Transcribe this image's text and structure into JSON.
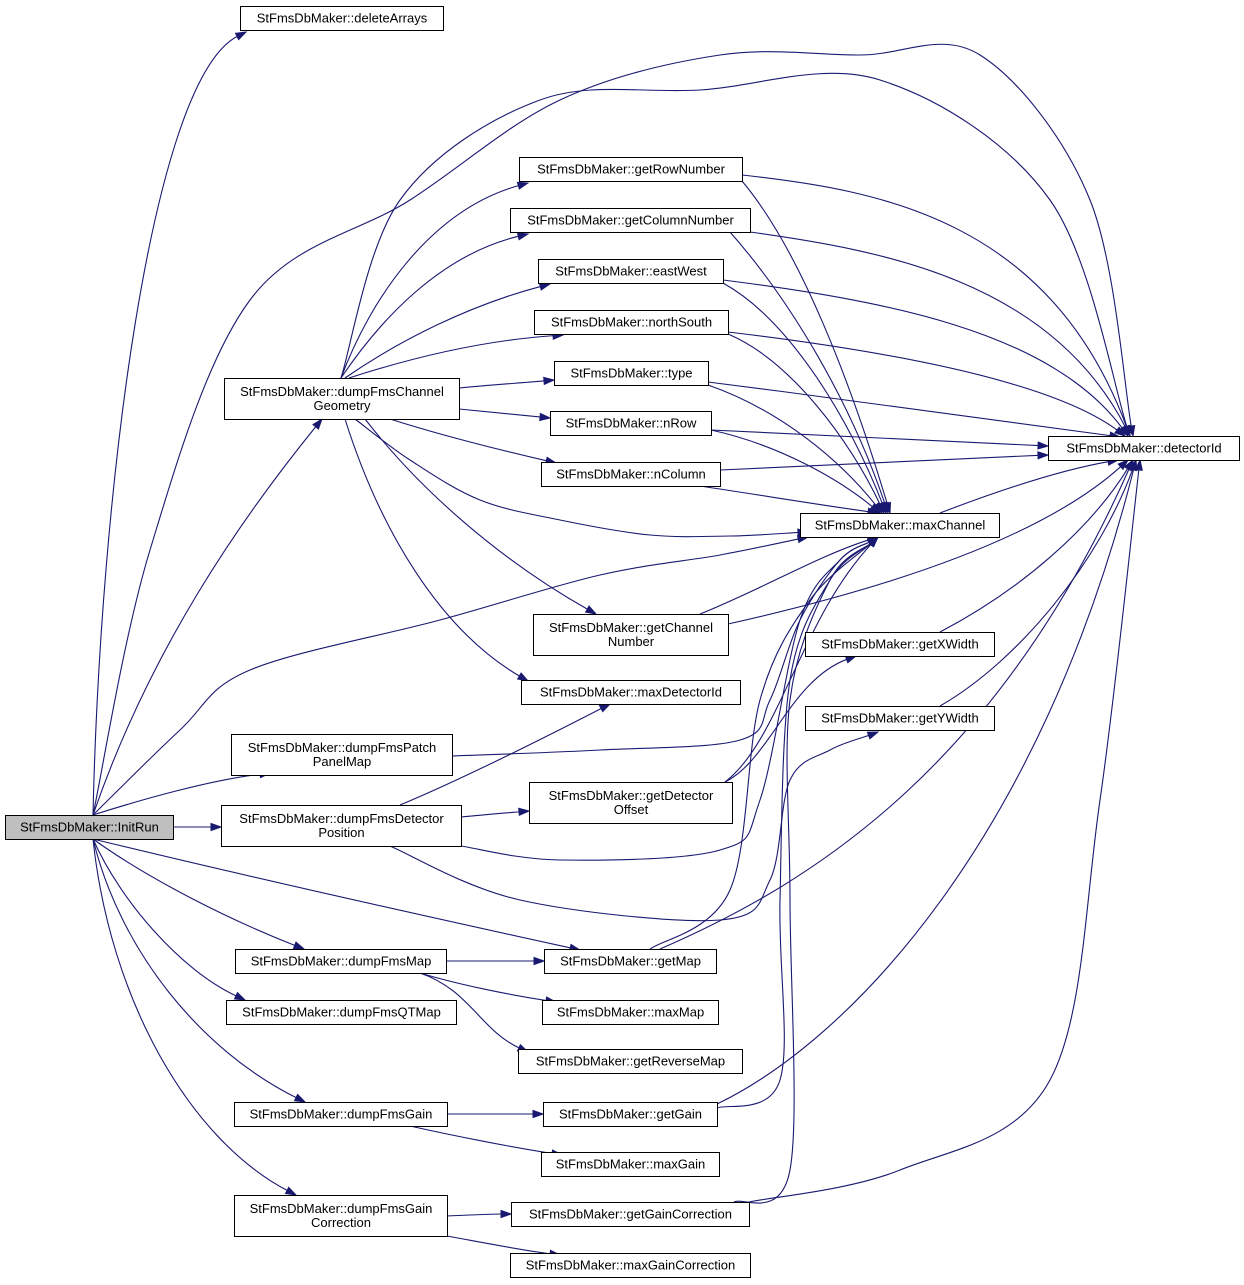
{
  "diagram": {
    "edge_color": "#191970",
    "root_fill": "#bfbfbf",
    "node_fill": "#ffffff",
    "nodes": [
      {
        "id": "initrun",
        "lines": [
          "StFmsDbMaker::InitRun"
        ],
        "root": true
      },
      {
        "id": "deletearrays",
        "lines": [
          "StFmsDbMaker::deleteArrays"
        ]
      },
      {
        "id": "dumpchgeom",
        "lines": [
          "StFmsDbMaker::dumpFmsChannel",
          "Geometry"
        ]
      },
      {
        "id": "getrownumber",
        "lines": [
          "StFmsDbMaker::getRowNumber"
        ]
      },
      {
        "id": "getcolumnnumber",
        "lines": [
          "StFmsDbMaker::getColumnNumber"
        ]
      },
      {
        "id": "eastwest",
        "lines": [
          "StFmsDbMaker::eastWest"
        ]
      },
      {
        "id": "northsouth",
        "lines": [
          "StFmsDbMaker::northSouth"
        ]
      },
      {
        "id": "type",
        "lines": [
          "StFmsDbMaker::type"
        ]
      },
      {
        "id": "nrow",
        "lines": [
          "StFmsDbMaker::nRow"
        ]
      },
      {
        "id": "ncolumn",
        "lines": [
          "StFmsDbMaker::nColumn"
        ]
      },
      {
        "id": "detectorid",
        "lines": [
          "StFmsDbMaker::detectorId"
        ]
      },
      {
        "id": "maxchannel",
        "lines": [
          "StFmsDbMaker::maxChannel"
        ]
      },
      {
        "id": "getchannelnumber",
        "lines": [
          "StFmsDbMaker::getChannel",
          "Number"
        ]
      },
      {
        "id": "getxwidth",
        "lines": [
          "StFmsDbMaker::getXWidth"
        ]
      },
      {
        "id": "maxdetectorid",
        "lines": [
          "StFmsDbMaker::maxDetectorId"
        ]
      },
      {
        "id": "getywidth",
        "lines": [
          "StFmsDbMaker::getYWidth"
        ]
      },
      {
        "id": "dumppatch",
        "lines": [
          "StFmsDbMaker::dumpFmsPatch",
          "PanelMap"
        ]
      },
      {
        "id": "dumpdetpos",
        "lines": [
          "StFmsDbMaker::dumpFmsDetector",
          "Position"
        ]
      },
      {
        "id": "getdetoffset",
        "lines": [
          "StFmsDbMaker::getDetector",
          "Offset"
        ]
      },
      {
        "id": "dumpfmsmap",
        "lines": [
          "StFmsDbMaker::dumpFmsMap"
        ]
      },
      {
        "id": "getmap",
        "lines": [
          "StFmsDbMaker::getMap"
        ]
      },
      {
        "id": "dumpqtmap",
        "lines": [
          "StFmsDbMaker::dumpFmsQTMap"
        ]
      },
      {
        "id": "maxmap",
        "lines": [
          "StFmsDbMaker::maxMap"
        ]
      },
      {
        "id": "getreversemap",
        "lines": [
          "StFmsDbMaker::getReverseMap"
        ]
      },
      {
        "id": "dumpgain",
        "lines": [
          "StFmsDbMaker::dumpFmsGain"
        ]
      },
      {
        "id": "getgain",
        "lines": [
          "StFmsDbMaker::getGain"
        ]
      },
      {
        "id": "maxgain",
        "lines": [
          "StFmsDbMaker::maxGain"
        ]
      },
      {
        "id": "dumpgaincorr",
        "lines": [
          "StFmsDbMaker::dumpFmsGain",
          "Correction"
        ]
      },
      {
        "id": "getgaincorr",
        "lines": [
          "StFmsDbMaker::getGainCorrection"
        ]
      },
      {
        "id": "maxgaincorr",
        "lines": [
          "StFmsDbMaker::maxGainCorrection"
        ]
      }
    ],
    "edges": [
      {
        "from": "initrun",
        "to": "deletearrays"
      },
      {
        "from": "initrun",
        "to": "detectorid"
      },
      {
        "from": "initrun",
        "to": "dumpchgeom"
      },
      {
        "from": "initrun",
        "to": "maxchannel"
      },
      {
        "from": "initrun",
        "to": "dumppatch"
      },
      {
        "from": "initrun",
        "to": "dumpdetpos"
      },
      {
        "from": "initrun",
        "to": "getmap"
      },
      {
        "from": "initrun",
        "to": "dumpfmsmap"
      },
      {
        "from": "initrun",
        "to": "dumpqtmap"
      },
      {
        "from": "initrun",
        "to": "dumpgain"
      },
      {
        "from": "initrun",
        "to": "dumpgaincorr"
      },
      {
        "from": "dumpchgeom",
        "to": "getrownumber"
      },
      {
        "from": "dumpchgeom",
        "to": "getcolumnnumber"
      },
      {
        "from": "dumpchgeom",
        "to": "eastwest"
      },
      {
        "from": "dumpchgeom",
        "to": "northsouth"
      },
      {
        "from": "dumpchgeom",
        "to": "type"
      },
      {
        "from": "dumpchgeom",
        "to": "nrow"
      },
      {
        "from": "dumpchgeom",
        "to": "ncolumn"
      },
      {
        "from": "dumpchgeom",
        "to": "detectorid"
      },
      {
        "from": "dumpchgeom",
        "to": "maxchannel"
      },
      {
        "from": "dumpchgeom",
        "to": "getchannelnumber"
      },
      {
        "from": "dumpchgeom",
        "to": "maxdetectorid"
      },
      {
        "from": "getrownumber",
        "to": "detectorid"
      },
      {
        "from": "getrownumber",
        "to": "maxchannel"
      },
      {
        "from": "getcolumnnumber",
        "to": "detectorid"
      },
      {
        "from": "getcolumnnumber",
        "to": "maxchannel"
      },
      {
        "from": "eastwest",
        "to": "detectorid"
      },
      {
        "from": "eastwest",
        "to": "maxchannel"
      },
      {
        "from": "northsouth",
        "to": "detectorid"
      },
      {
        "from": "northsouth",
        "to": "maxchannel"
      },
      {
        "from": "type",
        "to": "detectorid"
      },
      {
        "from": "type",
        "to": "maxchannel"
      },
      {
        "from": "nrow",
        "to": "detectorid"
      },
      {
        "from": "nrow",
        "to": "maxchannel"
      },
      {
        "from": "ncolumn",
        "to": "detectorid"
      },
      {
        "from": "ncolumn",
        "to": "maxchannel"
      },
      {
        "from": "maxchannel",
        "to": "detectorid"
      },
      {
        "from": "getchannelnumber",
        "to": "maxchannel"
      },
      {
        "from": "getchannelnumber",
        "to": "detectorid"
      },
      {
        "from": "getxwidth",
        "to": "detectorid"
      },
      {
        "from": "getywidth",
        "to": "detectorid"
      },
      {
        "from": "dumppatch",
        "to": "maxchannel"
      },
      {
        "from": "dumpdetpos",
        "to": "maxdetectorid"
      },
      {
        "from": "dumpdetpos",
        "to": "getdetoffset"
      },
      {
        "from": "dumpdetpos",
        "to": "maxchannel"
      },
      {
        "from": "dumpdetpos",
        "to": "getywidth"
      },
      {
        "from": "getdetoffset",
        "to": "maxchannel"
      },
      {
        "from": "getdetoffset",
        "to": "getxwidth"
      },
      {
        "from": "dumpfmsmap",
        "to": "getmap"
      },
      {
        "from": "dumpfmsmap",
        "to": "maxmap"
      },
      {
        "from": "dumpfmsmap",
        "to": "getreversemap"
      },
      {
        "from": "getmap",
        "to": "maxchannel"
      },
      {
        "from": "getmap",
        "to": "detectorid"
      },
      {
        "from": "dumpgain",
        "to": "getgain"
      },
      {
        "from": "dumpgain",
        "to": "maxgain"
      },
      {
        "from": "getgain",
        "to": "maxchannel"
      },
      {
        "from": "getgain",
        "to": "detectorid"
      },
      {
        "from": "dumpgaincorr",
        "to": "getgaincorr"
      },
      {
        "from": "dumpgaincorr",
        "to": "maxgaincorr"
      },
      {
        "from": "getgaincorr",
        "to": "maxchannel"
      },
      {
        "from": "getgaincorr",
        "to": "detectorid"
      }
    ]
  }
}
